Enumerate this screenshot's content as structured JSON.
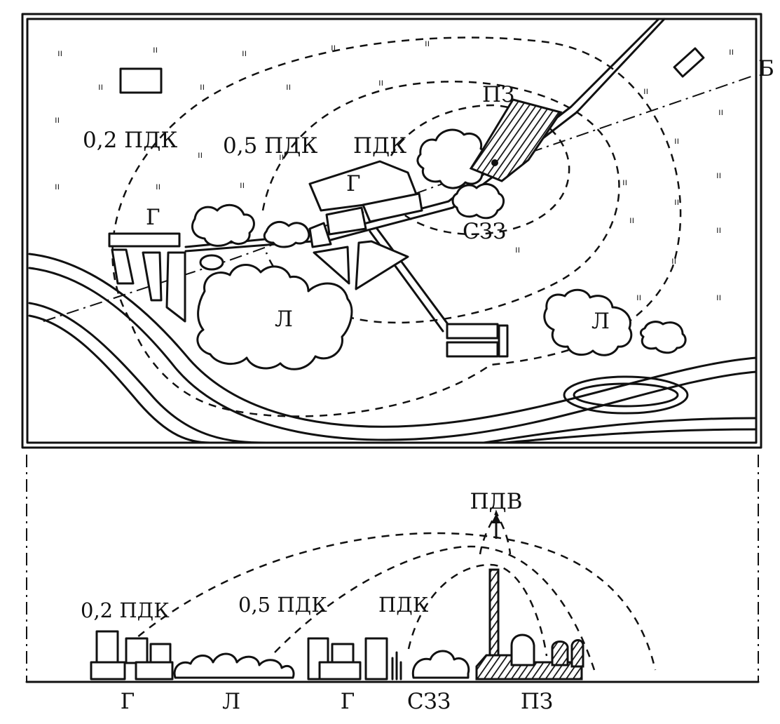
{
  "plan": {
    "zone_labels": {
      "pdk_02": "0,2 ПДК",
      "pdk_05": "0,5 ПДК",
      "pdk": "ПДК",
      "pz": "ПЗ",
      "szz": "СЗЗ",
      "section_mark": "Б"
    },
    "area_labels": {
      "city_west": "Г",
      "city_center": "Г",
      "forest_west": "Л",
      "forest_east": "Л"
    }
  },
  "profile": {
    "emission_label": "ПДВ",
    "zone_labels": {
      "pdk_02": "0,2 ПДК",
      "pdk_05": "0,5 ПДК",
      "pdk": "ПДК"
    },
    "bottom_labels": [
      "Г",
      "Л",
      "Г",
      "СЗЗ",
      "ПЗ"
    ]
  }
}
